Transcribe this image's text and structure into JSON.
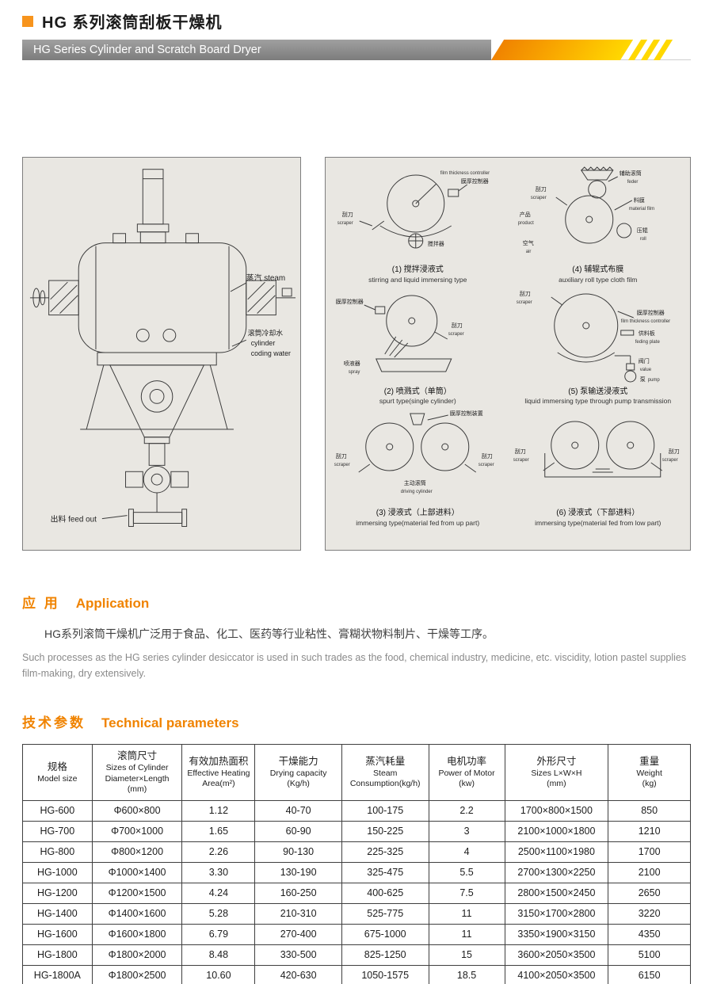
{
  "header": {
    "title_cn": "HG 系列滚筒刮板干燥机",
    "banner_en": "HG Series Cylinder and Scratch Board Dryer"
  },
  "diagram_left": {
    "labels": {
      "steam": "蒸汽 steam",
      "cooling_cn": "滚筒冷却水",
      "cooling_en1": "cylinder",
      "cooling_en2": "coding water",
      "feed_out": "出料 feed out"
    }
  },
  "diagram_right": {
    "items": [
      {
        "cap_cn": "(1) 搅拌浸液式",
        "cap_en": "stirring and liquid immersing type",
        "labels": {
          "scraper_cn": "刮刀",
          "scraper_en": "scraper",
          "controller_cn": "膜厚控制器",
          "controller_en": "film thickness controller",
          "agitator_cn": "搅拌器"
        }
      },
      {
        "cap_cn": "(2) 喷溅式（单筒）",
        "cap_en": "spurt type(single cylinder)",
        "labels": {
          "controller_cn": "膜厚控制器",
          "scraper_cn": "刮刀",
          "scraper_en": "scraper",
          "spray_cn": "喷液器",
          "spray_en": "spray"
        }
      },
      {
        "cap_cn": "(3) 浸液式（上部进料）",
        "cap_en": "immersing type(material fed from up part)",
        "labels": {
          "scraper_cn": "刮刀",
          "scraper_en": "scraper",
          "controller_cn": "膜厚控制装置",
          "drive_cn": "主动滚筒",
          "drive_en": "driving cylinder"
        }
      },
      {
        "cap_cn": "(4) 辅辊式布膜",
        "cap_en": "auxiliary roll type cloth film",
        "labels": {
          "scraper_cn": "刮刀",
          "scraper_en": "scraper",
          "feeder_cn": "辅助滚筒",
          "feeder_en": "feder",
          "film_cn": "料膜",
          "film_en": "material film",
          "product_cn": "产品",
          "product_en": "product",
          "roll_cn": "压辊",
          "roll_en": "roll",
          "air_cn": "空气",
          "air_en": "air"
        }
      },
      {
        "cap_cn": "(5) 泵输送浸液式",
        "cap_en": "liquid immersing type through pump transmission",
        "labels": {
          "scraper_cn": "刮刀",
          "scraper_en": "scraper",
          "controller_cn": "膜厚控制器",
          "controller_en": "film thickness controller",
          "plate_cn": "供料板",
          "plate_en": "feding plate",
          "valve_cn": "阀门",
          "valve_en": "value",
          "pump_cn": "泵",
          "pump_en": "pump"
        }
      },
      {
        "cap_cn": "(6) 浸液式（下部进料）",
        "cap_en": "immersing type(material fed from low part)",
        "labels": {
          "scraper_cn": "刮刀",
          "scraper_en": "scraper"
        }
      }
    ]
  },
  "application": {
    "heading_cn": "应 用",
    "heading_en": "Application",
    "body_cn": "HG系列滚筒干燥机广泛用于食品、化工、医药等行业粘性、膏糊状物料制片、干燥等工序。",
    "body_en": "Such processes as the HG series cylinder desiccator is used in such trades as the food, chemical industry, medicine, etc. viscidity, lotion pastel supplies film-making, dry extensively."
  },
  "tech": {
    "heading_cn": "技术参数",
    "heading_en": "Technical parameters",
    "table": {
      "headers": [
        [
          "规格",
          "Model size"
        ],
        [
          "滚筒尺寸",
          "Sizes of Cylinder",
          "Diameter×Length",
          "(mm)"
        ],
        [
          "有效加热面积",
          "Effective Heating",
          "Area(m²)"
        ],
        [
          "干燥能力",
          "Drying capacity",
          "(Kg/h)"
        ],
        [
          "蒸汽耗量",
          "Steam",
          "Consumption(kg/h)"
        ],
        [
          "电机功率",
          "Power of Motor",
          "(kw)"
        ],
        [
          "外形尺寸",
          "Sizes L×W×H",
          "(mm)"
        ],
        [
          "重量",
          "Weight",
          "(kg)"
        ]
      ],
      "rows": [
        [
          "HG-600",
          "Φ600×800",
          "1.12",
          "40-70",
          "100-175",
          "2.2",
          "1700×800×1500",
          "850"
        ],
        [
          "HG-700",
          "Φ700×1000",
          "1.65",
          "60-90",
          "150-225",
          "3",
          "2100×1000×1800",
          "1210"
        ],
        [
          "HG-800",
          "Φ800×1200",
          "2.26",
          "90-130",
          "225-325",
          "4",
          "2500×1100×1980",
          "1700"
        ],
        [
          "HG-1000",
          "Φ1000×1400",
          "3.30",
          "130-190",
          "325-475",
          "5.5",
          "2700×1300×2250",
          "2100"
        ],
        [
          "HG-1200",
          "Φ1200×1500",
          "4.24",
          "160-250",
          "400-625",
          "7.5",
          "2800×1500×2450",
          "2650"
        ],
        [
          "HG-1400",
          "Φ1400×1600",
          "5.28",
          "210-310",
          "525-775",
          "11",
          "3150×1700×2800",
          "3220"
        ],
        [
          "HG-1600",
          "Φ1600×1800",
          "6.79",
          "270-400",
          "675-1000",
          "11",
          "3350×1900×3150",
          "4350"
        ],
        [
          "HG-1800",
          "Φ1800×2000",
          "8.48",
          "330-500",
          "825-1250",
          "15",
          "3600×2050×3500",
          "5100"
        ],
        [
          "HG-1800A",
          "Φ1800×2500",
          "10.60",
          "420-630",
          "1050-1575",
          "18.5",
          "4100×2050×3500",
          "6150"
        ]
      ]
    }
  }
}
